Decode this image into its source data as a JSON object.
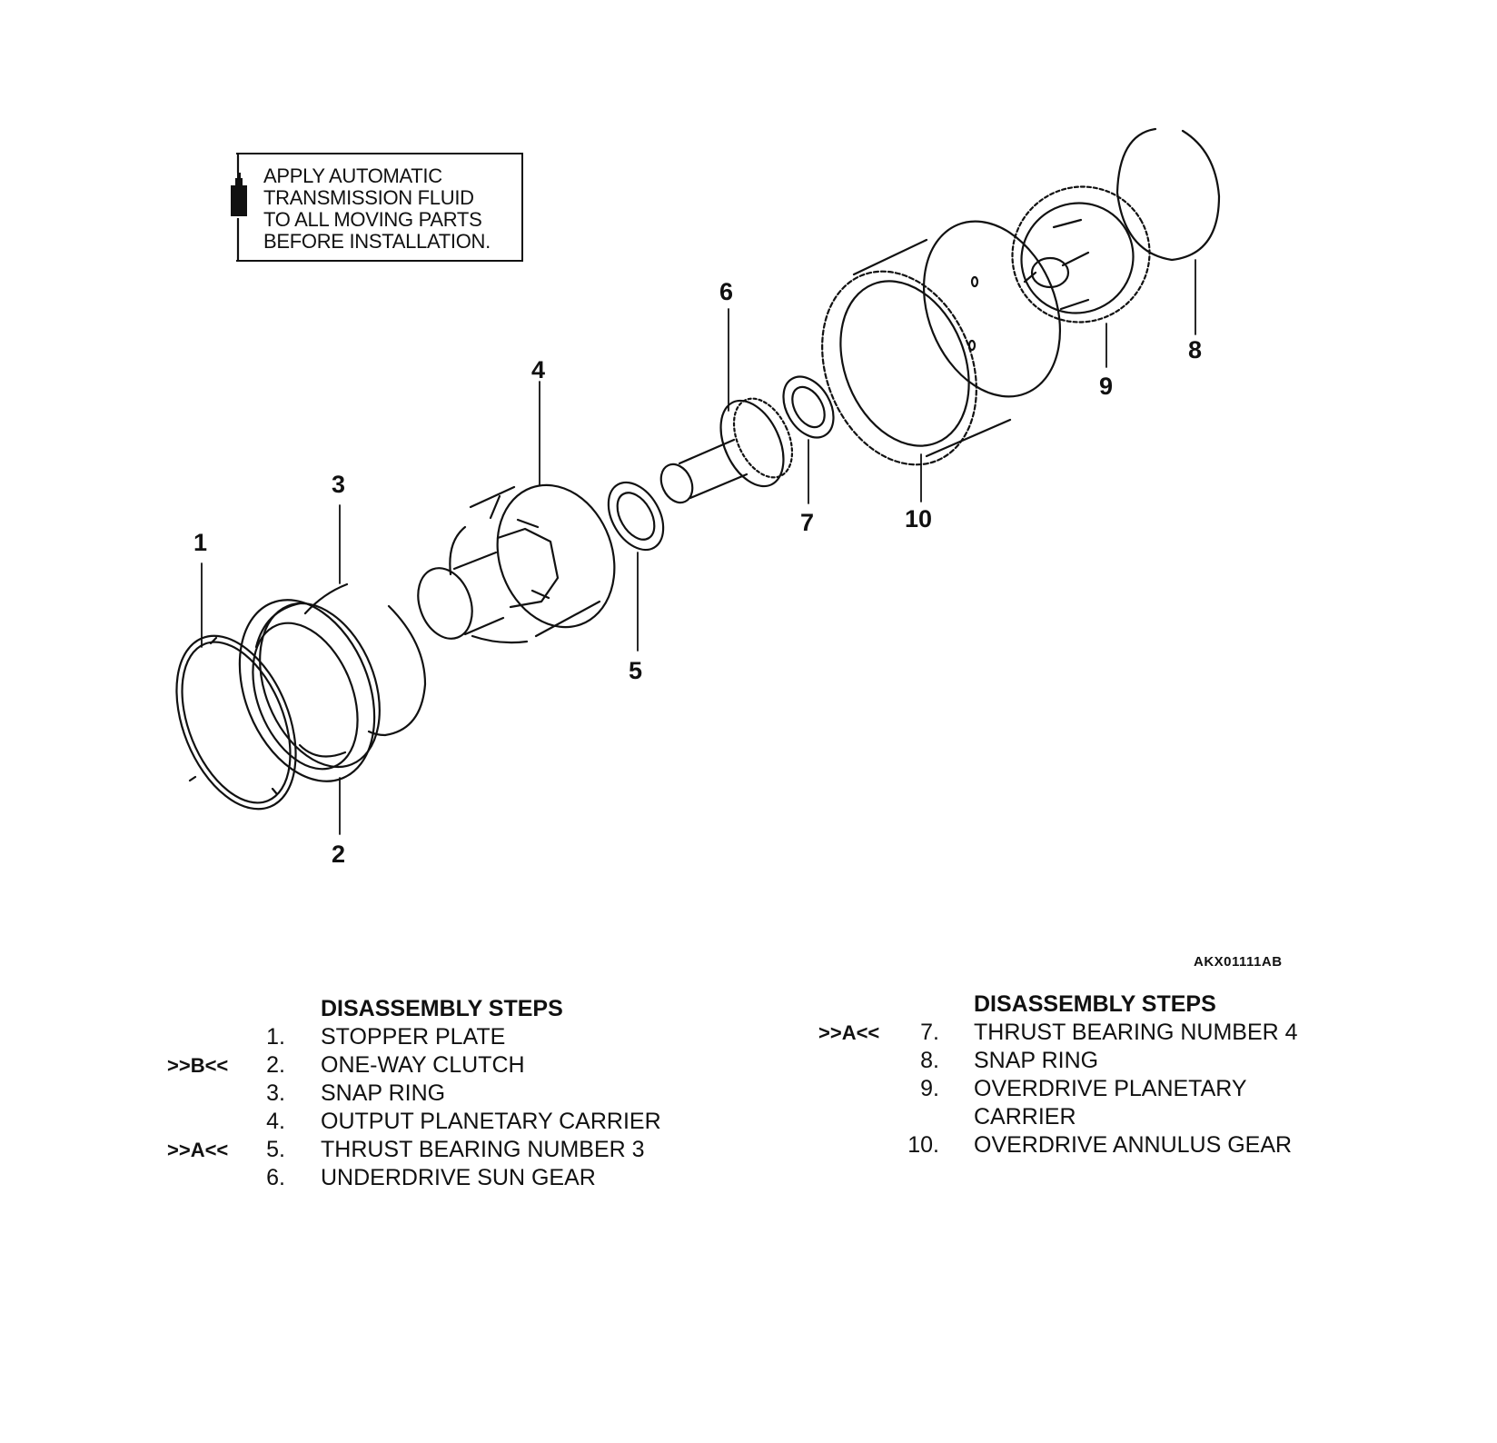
{
  "note": {
    "lines": [
      "APPLY AUTOMATIC",
      "TRANSMISSION FLUID",
      "TO ALL MOVING PARTS",
      "BEFORE INSTALLATION."
    ],
    "icon": "oil-can-icon"
  },
  "callouts": [
    "1",
    "2",
    "3",
    "4",
    "5",
    "6",
    "7",
    "8",
    "9",
    "10"
  ],
  "figure_code": "AKX01111AB",
  "steps_left": {
    "title": "DISASSEMBLY STEPS",
    "items": [
      {
        "mark": "",
        "num": "1.",
        "label": "STOPPER PLATE"
      },
      {
        "mark": ">>B<<",
        "num": "2.",
        "label": "ONE-WAY CLUTCH"
      },
      {
        "mark": "",
        "num": "3.",
        "label": "SNAP RING"
      },
      {
        "mark": "",
        "num": "4.",
        "label": "OUTPUT PLANETARY CARRIER"
      },
      {
        "mark": ">>A<<",
        "num": "5.",
        "label": "THRUST BEARING NUMBER 3"
      },
      {
        "mark": "",
        "num": "6.",
        "label": "UNDERDRIVE SUN GEAR"
      }
    ]
  },
  "steps_right": {
    "title": "DISASSEMBLY STEPS",
    "items": [
      {
        "mark": ">>A<<",
        "num": "7.",
        "label": "THRUST BEARING NUMBER 4"
      },
      {
        "mark": "",
        "num": "8.",
        "label": "SNAP RING"
      },
      {
        "mark": "",
        "num": "9.",
        "label": "OVERDRIVE PLANETARY"
      },
      {
        "mark": "",
        "num": "",
        "label": "CARRIER"
      },
      {
        "mark": "",
        "num": "10.",
        "label": "OVERDRIVE ANNULUS GEAR"
      }
    ]
  }
}
